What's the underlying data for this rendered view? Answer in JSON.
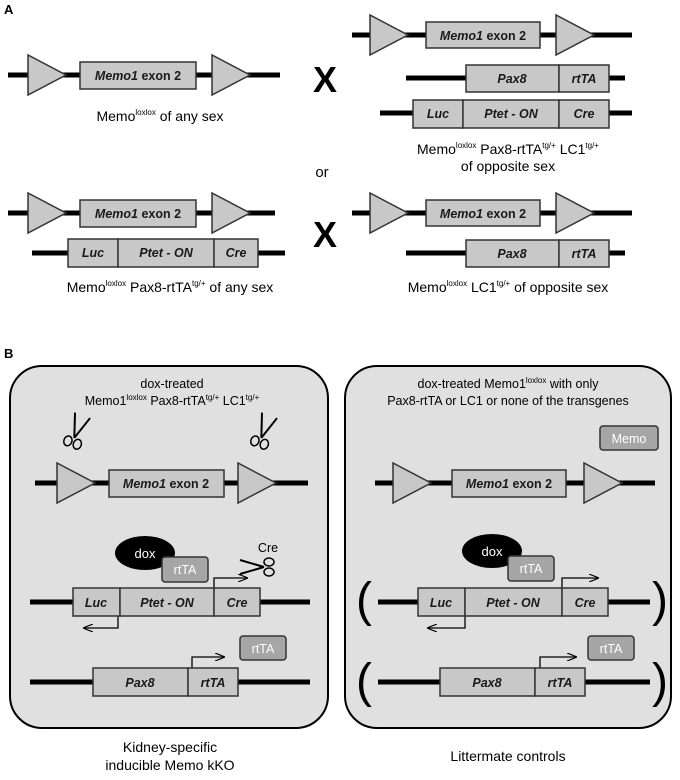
{
  "panels": {
    "a": "A",
    "b": "B"
  },
  "genes": {
    "memo_italic": "Memo1",
    "exon_suffix": " exon 2",
    "pax8": "Pax8",
    "rtta": "rtTA",
    "luc": "Luc",
    "ptet": "Ptet - ON",
    "cre": "Cre"
  },
  "cross_symbol": "X",
  "or_text": "or",
  "captions": {
    "memo": "Memo",
    "memo1": "Memo1",
    "loxlox": "loxlox",
    "pax8_rtta": " Pax8-rtTA",
    "tg": "tg/+",
    "lc1": " LC1",
    "lc1_plain": "LC1",
    "of_any_sex": " of any sex",
    "of_opposite_sex": " of opposite sex",
    "of_opposite_sex_line": "of opposite sex"
  },
  "panel_b": {
    "left_title_1": "dox-treated",
    "right_title_1_prefix": "dox-treated Memo1",
    "right_title_1_suffix": " with only",
    "right_title_2": "Pax8-rtTA or LC1 or none of the transgenes",
    "dox": "dox",
    "rtta_protein": "rtTA",
    "cre_protein": "Cre",
    "memo_protein": "Memo",
    "left_caption_1": "Kidney-specific",
    "left_caption_2": "inducible Memo kKO",
    "right_caption": "Littermate controls"
  },
  "colors": {
    "box_fill": "#c8c8c8",
    "box_stroke": "#333333",
    "panel_fill": "#e0e0e0",
    "protein_fill": "#a6a6a6",
    "dox_fill": "#000000",
    "line": "#000000"
  }
}
